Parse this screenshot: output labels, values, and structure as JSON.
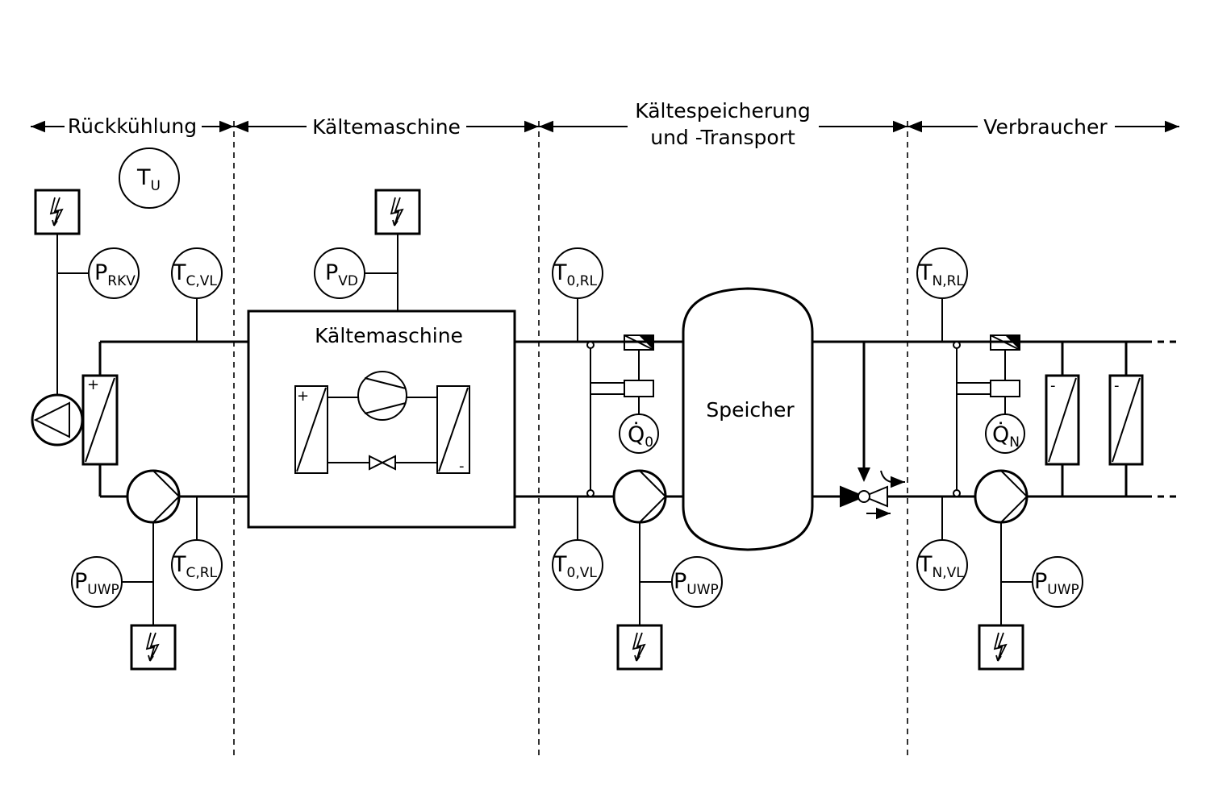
{
  "sections": [
    {
      "line1": "Rückkühlung",
      "line2": ""
    },
    {
      "line1": "Kältemaschine",
      "line2": ""
    },
    {
      "line1": "Kältespeicherung",
      "line2": "und -Transport"
    },
    {
      "line1": "Verbraucher",
      "line2": ""
    }
  ],
  "chiller_label": "Kältemaschine",
  "storage_label": "Speicher",
  "sensors": [
    {
      "main": "T",
      "sub": "U"
    },
    {
      "main": "P",
      "sub": "RKV"
    },
    {
      "main": "T",
      "sub": "C,VL"
    },
    {
      "main": "P",
      "sub": "VD"
    },
    {
      "main": "T",
      "sub": "0,RL"
    },
    {
      "main": "T",
      "sub": "N,RL"
    },
    {
      "main": "Q̇",
      "sub": "0"
    },
    {
      "main": "Q̇",
      "sub": "N"
    },
    {
      "main": "P",
      "sub": "UWP"
    },
    {
      "main": "T",
      "sub": "C,RL"
    },
    {
      "main": "T",
      "sub": "0,VL"
    },
    {
      "main": "P",
      "sub": "UWP"
    },
    {
      "main": "T",
      "sub": "N,VL"
    },
    {
      "main": "P",
      "sub": "UWP"
    }
  ],
  "hx_signs": {
    "plus": "+",
    "minus": "-"
  }
}
